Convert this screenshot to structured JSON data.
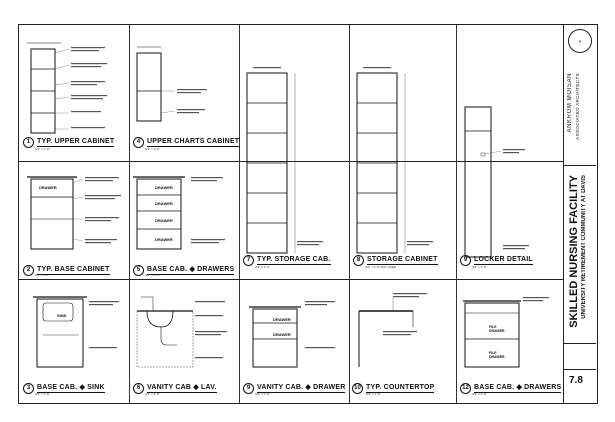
{
  "details": [
    {
      "num": "1",
      "name": "TYP. UPPER CABINET",
      "scale": "3/4\" = 1'-0\""
    },
    {
      "num": "4",
      "name": "UPPER CHARTS CABINET",
      "scale": "3/4\" = 1'-0\""
    },
    {
      "num": "2",
      "name": "TYP. BASE CABINET",
      "scale": "3/4\" = 1'-0\""
    },
    {
      "num": "5",
      "name": "BASE CAB. ◆ DRAWERS",
      "scale": "3/4\" = 1'-0\""
    },
    {
      "num": "7",
      "name": "TYP. STORAGE CAB.",
      "scale": "3/4\" = 1'-0\""
    },
    {
      "num": "8",
      "name": "STORAGE CABINET",
      "scale": "3/4\" = 1'-0\"   NOT USED"
    },
    {
      "num": "9",
      "name": "LOCKER DETAIL",
      "scale": "3/4\" = 1'-0\""
    },
    {
      "num": "3",
      "name": "BASE CAB. ◆ SINK",
      "scale": "3/4\" = 1'-0\""
    },
    {
      "num": "6",
      "name": "VANITY CAB ◆ LAV.",
      "scale": "3/4\" = 1'-0\""
    },
    {
      "num": "9",
      "name": "VANITY CAB. ◆ DRAWER",
      "scale": "3/4\" = 1'-0\""
    },
    {
      "num": "10",
      "name": "TYP. COUNTERTOP",
      "scale": "3/4\" = 1'-0\""
    },
    {
      "num": "12",
      "name": "BASE CAB. ◆ DRAWERS",
      "scale": "3/4\" = 1'-0\""
    }
  ],
  "labels": {
    "drawer": "DRAWER",
    "sink": "SINK",
    "file_drawer": "FILE DRAWER"
  },
  "titleblock": {
    "firm_line1": "ANKROM MOISAN",
    "firm_line2": "ASSOCIATED ARCHITECTS",
    "project": "SKILLED NURSING FACILITY",
    "subtitle": "UNIVERSITY RETIREMENT COMMUNITY AT DAVIS",
    "sheet_number": "7.8"
  },
  "colors": {
    "ink": "#111111",
    "paper": "#ffffff"
  }
}
